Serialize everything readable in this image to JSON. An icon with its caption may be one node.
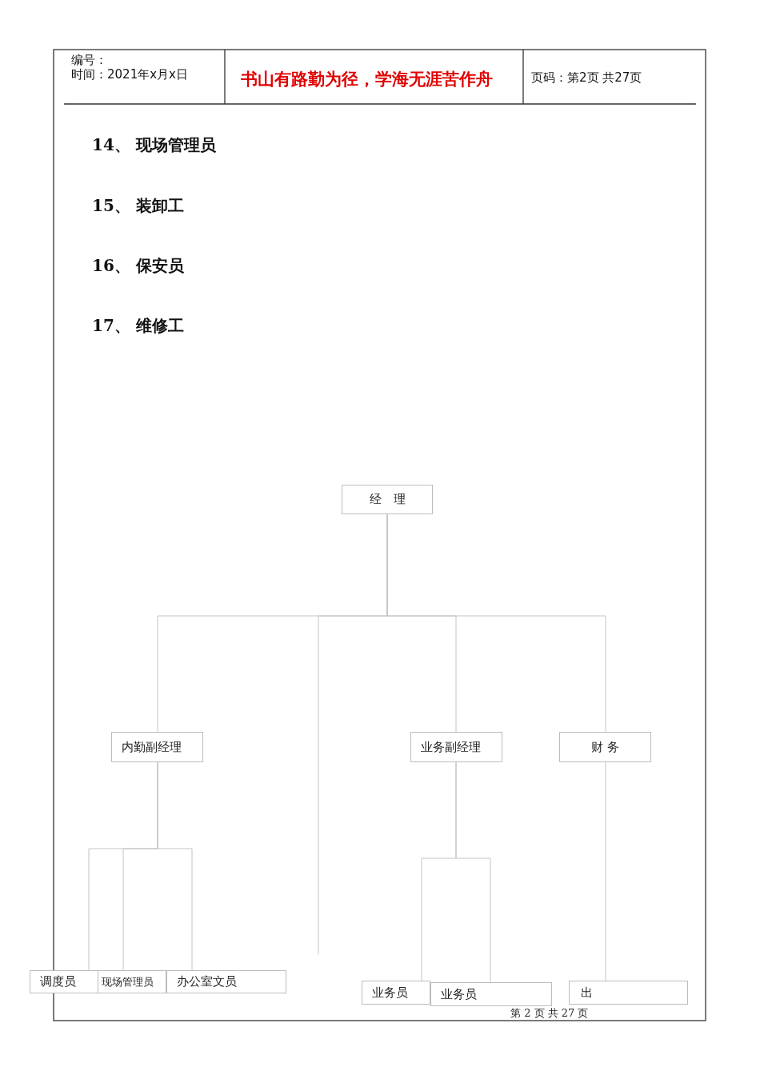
{
  "diagram": {
    "nodes": [
      {
        "text": [
          "经　理"
        ]
      },
      {
        "text": [
          "内勤副经理"
        ]
      },
      {
        "text": [
          "业务副经理"
        ]
      },
      {
        "text": [
          "财 务"
        ]
      },
      {
        "text": [
          "调度员"
        ]
      },
      {
        "text": [
          "现场管理员"
        ]
      },
      {
        "text": [
          "办公室文员"
        ]
      },
      {
        "text": [
          "业务员"
        ]
      },
      {
        "text": [
          "业务员"
        ]
      },
      {
        "text": [
          "出"
        ]
      }
    ],
    "edges": [
      {
        "from": 0,
        "to": 1,
        "arrow": "none"
      },
      {
        "from": 0,
        "to": null,
        "arrow": "none"
      },
      {
        "from": 0,
        "to": 2,
        "arrow": "none"
      },
      {
        "from": 0,
        "to": 3,
        "arrow": "none"
      },
      {
        "from": 1,
        "to": 4,
        "arrow": "none"
      },
      {
        "from": 1,
        "to": 5,
        "arrow": "none"
      },
      {
        "from": 1,
        "to": 6,
        "arrow": "none"
      },
      {
        "from": 2,
        "to": 7,
        "arrow": "none"
      },
      {
        "from": 2,
        "to": 8,
        "arrow": "none"
      },
      {
        "from": 3,
        "to": 9,
        "arrow": "none"
      }
    ],
    "labels": [
      "编号：",
      "时间：2021年x月x日",
      "书山有路勤为径，学海无涯苦作舟",
      "页码：第2页 共27页",
      "14、 现场管理员",
      "15、 装卸工",
      "16、 保安员",
      "17、 维修工",
      "第 2 页 共 27 页"
    ]
  }
}
